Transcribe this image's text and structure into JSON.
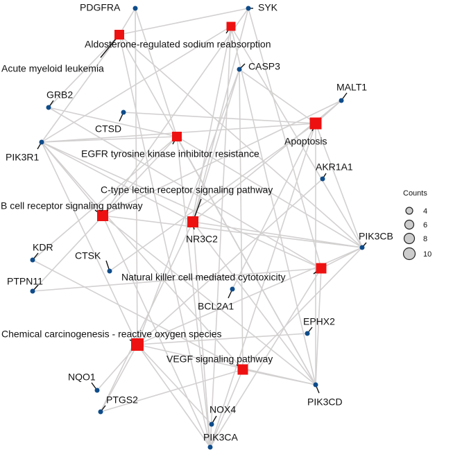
{
  "network": {
    "genes": [
      {
        "id": "PDGFRA",
        "label": "PDGFRA"
      },
      {
        "id": "SYK",
        "label": "SYK"
      },
      {
        "id": "CASP3",
        "label": "CASP3"
      },
      {
        "id": "MALT1",
        "label": "MALT1"
      },
      {
        "id": "GRB2",
        "label": "GRB2"
      },
      {
        "id": "CTSD",
        "label": "CTSD"
      },
      {
        "id": "PIK3R1",
        "label": "PIK3R1"
      },
      {
        "id": "AKR1A1",
        "label": "AKR1A1"
      },
      {
        "id": "NR3C2",
        "label": "NR3C2"
      },
      {
        "id": "KDR",
        "label": "KDR"
      },
      {
        "id": "CTSK",
        "label": "CTSK"
      },
      {
        "id": "PIK3CB",
        "label": "PIK3CB"
      },
      {
        "id": "PTPN11",
        "label": "PTPN11"
      },
      {
        "id": "BCL2A1",
        "label": "BCL2A1"
      },
      {
        "id": "EPHX2",
        "label": "EPHX2"
      },
      {
        "id": "NQO1",
        "label": "NQO1"
      },
      {
        "id": "PTGS2",
        "label": "PTGS2"
      },
      {
        "id": "NOX4",
        "label": "NOX4"
      },
      {
        "id": "PIK3CD",
        "label": "PIK3CD"
      },
      {
        "id": "PIK3CA",
        "label": "PIK3CA"
      }
    ],
    "pathways": [
      {
        "id": "AML",
        "label": "Acute myeloid leukemia"
      },
      {
        "id": "ALDO",
        "label": "Aldosterone-regulated sodium reabsorption"
      },
      {
        "id": "APOP",
        "label": "Apoptosis"
      },
      {
        "id": "EGFR",
        "label": "EGFR tyrosine kinase inhibitor resistance"
      },
      {
        "id": "CTYPE",
        "label": "C-type lectin receptor signaling pathway"
      },
      {
        "id": "BCELL",
        "label": "B cell receptor signaling pathway"
      },
      {
        "id": "NK",
        "label": "Natural killer cell mediated cytotoxicity"
      },
      {
        "id": "CHEM",
        "label": "Chemical carcinogenesis - reactive oxygen species"
      },
      {
        "id": "VEGF",
        "label": "VEGF signaling pathway"
      }
    ],
    "edges": [
      [
        "AML",
        "PDGFRA"
      ],
      [
        "AML",
        "SYK"
      ],
      [
        "AML",
        "GRB2"
      ],
      [
        "AML",
        "PIK3R1"
      ],
      [
        "AML",
        "PIK3CB"
      ],
      [
        "AML",
        "PIK3CD"
      ],
      [
        "AML",
        "PIK3CA"
      ],
      [
        "ALDO",
        "NR3C2"
      ],
      [
        "ALDO",
        "PIK3R1"
      ],
      [
        "ALDO",
        "PIK3CB"
      ],
      [
        "ALDO",
        "PIK3CD"
      ],
      [
        "ALDO",
        "PIK3CA"
      ],
      [
        "APOP",
        "CASP3"
      ],
      [
        "APOP",
        "MALT1"
      ],
      [
        "APOP",
        "CTSD"
      ],
      [
        "APOP",
        "CTSK"
      ],
      [
        "APOP",
        "PIK3R1"
      ],
      [
        "APOP",
        "BCL2A1"
      ],
      [
        "APOP",
        "PIK3CB"
      ],
      [
        "APOP",
        "PIK3CD"
      ],
      [
        "APOP",
        "PIK3CA"
      ],
      [
        "EGFR",
        "PDGFRA"
      ],
      [
        "EGFR",
        "GRB2"
      ],
      [
        "EGFR",
        "KDR"
      ],
      [
        "EGFR",
        "PTPN11"
      ],
      [
        "EGFR",
        "PIK3R1"
      ],
      [
        "EGFR",
        "PIK3CB"
      ],
      [
        "EGFR",
        "PIK3CD"
      ],
      [
        "EGFR",
        "PIK3CA"
      ],
      [
        "CTYPE",
        "SYK"
      ],
      [
        "CTYPE",
        "CASP3"
      ],
      [
        "CTYPE",
        "MALT1"
      ],
      [
        "CTYPE",
        "PIK3R1"
      ],
      [
        "CTYPE",
        "PTGS2"
      ],
      [
        "CTYPE",
        "PIK3CB"
      ],
      [
        "CTYPE",
        "PIK3CD"
      ],
      [
        "CTYPE",
        "PIK3CA"
      ],
      [
        "BCELL",
        "SYK"
      ],
      [
        "BCELL",
        "MALT1"
      ],
      [
        "BCELL",
        "PIK3R1"
      ],
      [
        "BCELL",
        "PIK3CB"
      ],
      [
        "BCELL",
        "PIK3CD"
      ],
      [
        "BCELL",
        "PIK3CA"
      ],
      [
        "NK",
        "SYK"
      ],
      [
        "NK",
        "GRB2"
      ],
      [
        "NK",
        "PIK3R1"
      ],
      [
        "NK",
        "PTPN11"
      ],
      [
        "NK",
        "PIK3CB"
      ],
      [
        "NK",
        "PIK3CD"
      ],
      [
        "NK",
        "PIK3CA"
      ],
      [
        "CHEM",
        "PDGFRA"
      ],
      [
        "CHEM",
        "CASP3"
      ],
      [
        "CHEM",
        "AKR1A1"
      ],
      [
        "CHEM",
        "PIK3R1"
      ],
      [
        "CHEM",
        "EPHX2"
      ],
      [
        "CHEM",
        "NQO1"
      ],
      [
        "CHEM",
        "PTGS2"
      ],
      [
        "CHEM",
        "NOX4"
      ],
      [
        "CHEM",
        "PIK3CB"
      ],
      [
        "CHEM",
        "PIK3CD"
      ],
      [
        "CHEM",
        "PIK3CA"
      ],
      [
        "VEGF",
        "CASP3"
      ],
      [
        "VEGF",
        "KDR"
      ],
      [
        "VEGF",
        "PTGS2"
      ],
      [
        "VEGF",
        "PIK3R1"
      ],
      [
        "VEGF",
        "PIK3CB"
      ],
      [
        "VEGF",
        "PIK3CD"
      ],
      [
        "VEGF",
        "PIK3CA"
      ]
    ]
  },
  "legend": {
    "title": "Counts",
    "items": [
      "4",
      "6",
      "8",
      "10"
    ]
  },
  "colors": {
    "gene_node": "#0f4c8a",
    "pathway_node": "#ee1111",
    "edge": "#d3d0d0"
  }
}
